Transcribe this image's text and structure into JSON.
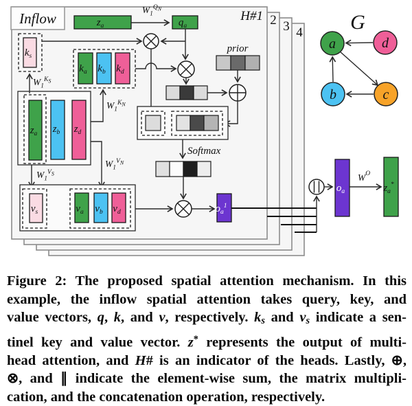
{
  "diagram": {
    "title": "Inflow",
    "head_label": "H#1",
    "head_numbers": [
      "2",
      "3",
      "4"
    ],
    "prior_label": "prior",
    "softmax_label": "Softmax",
    "labels": {
      "za_top": {
        "b": "z",
        "sub": "a",
        "sup": ""
      },
      "qa": {
        "b": "q",
        "sub": "a",
        "sup": ""
      },
      "ks": {
        "b": "k",
        "sub": "s",
        "sup": ""
      },
      "ka": {
        "b": "k",
        "sub": "a",
        "sup": ""
      },
      "kb": {
        "b": "k",
        "sub": "b",
        "sup": ""
      },
      "kd": {
        "b": "k",
        "sub": "d",
        "sup": ""
      },
      "za": {
        "b": "z",
        "sub": "a",
        "sup": ""
      },
      "zb": {
        "b": "z",
        "sub": "b",
        "sup": ""
      },
      "zd": {
        "b": "z",
        "sub": "d",
        "sup": ""
      },
      "vs": {
        "b": "v",
        "sub": "s",
        "sup": ""
      },
      "va": {
        "b": "v",
        "sub": "a",
        "sup": ""
      },
      "vb": {
        "b": "v",
        "sub": "b",
        "sup": ""
      },
      "vd": {
        "b": "v",
        "sub": "d",
        "sup": ""
      },
      "oa1": {
        "b": "o",
        "sub": "a",
        "sup": "1"
      },
      "oa": {
        "b": "o",
        "sub": "a",
        "sup": ""
      },
      "za_star": {
        "b": "z",
        "sub": "a",
        "sup": "*"
      }
    },
    "weights": {
      "WQN": {
        "b": "W",
        "sub": "1",
        "sup": "Q",
        "supsub": "N"
      },
      "WKS": {
        "b": "W",
        "sub": "1",
        "sup": "K",
        "supsub": "S"
      },
      "WKN": {
        "b": "W",
        "sub": "1",
        "sup": "K",
        "supsub": "N"
      },
      "WVS": {
        "b": "W",
        "sub": "1",
        "sup": "V",
        "supsub": "S"
      },
      "WVN": {
        "b": "W",
        "sub": "1",
        "sup": "V",
        "supsub": "N"
      },
      "WO": {
        "b": "W",
        "sub": "",
        "sup": "O",
        "supsub": ""
      }
    },
    "operators": {
      "multiply": "⊗",
      "add": "⊕",
      "concat": "∥"
    },
    "bars": {
      "prior": [
        "#c7c7c7",
        "#6a6a6a",
        "#b0b0b0"
      ],
      "qk_scores": [
        "#dcdcdc",
        "#3a3a3a",
        "#dcdcdc"
      ],
      "sentinel_score": [
        "#dcdcdc"
      ],
      "combined_scores": [
        "#e3e3e3",
        "#4a4a4a",
        "#b4b4b4"
      ],
      "softmax_weights": [
        "#e0e0e0",
        "#fcfcfc",
        "#1e1e1e",
        "#ededed"
      ]
    },
    "colors": {
      "green": "#3fa24a",
      "blue": "#4cc2f2",
      "pink": "#ef5f98",
      "light_pink": "#fadbe3",
      "orange": "#f7a329",
      "purple": "#6c35d0",
      "panel": "#f6f6f6",
      "panel_border": "#8c8c8c"
    }
  },
  "graph": {
    "label": "G",
    "nodes": [
      {
        "id": "a",
        "color": "#3fa24a"
      },
      {
        "id": "b",
        "color": "#4cc2f2"
      },
      {
        "id": "c",
        "color": "#f7a329"
      },
      {
        "id": "d",
        "color": "#ef5f98"
      }
    ],
    "edges": [
      "d→a",
      "b→a",
      "c→b",
      "a→c"
    ]
  },
  "caption": {
    "lines": [
      [
        {
          "t": "Figure 2: The proposed spatial attention mechanism. In this"
        }
      ],
      [
        {
          "t": "example, the inflow spatial attention takes query, key, and"
        }
      ],
      [
        {
          "t": "value vectors, "
        },
        {
          "t": "q",
          "i": true
        },
        {
          "t": ", "
        },
        {
          "t": "k",
          "i": true
        },
        {
          "t": ", and "
        },
        {
          "t": "v",
          "i": true
        },
        {
          "t": ", respectively. "
        },
        {
          "t": "k",
          "i": true
        },
        {
          "t": "s",
          "i": true,
          "sub": true
        },
        {
          "t": " and "
        },
        {
          "t": "v",
          "i": true
        },
        {
          "t": "s",
          "i": true,
          "sub": true
        },
        {
          "t": " indicate a sen-"
        }
      ],
      [
        {
          "t": "tinel key and value vector. "
        },
        {
          "t": "z",
          "i": true
        },
        {
          "t": "*",
          "sup": true
        },
        {
          "t": " represents the output of multi-"
        }
      ],
      [
        {
          "t": "head attention, and "
        },
        {
          "t": "H",
          "i": true
        },
        {
          "t": "# is an indicator of the heads. Lastly, ⊕,"
        }
      ],
      [
        {
          "t": "⊗, and ∥ indicate the element-wise sum, the matrix multipli-"
        }
      ],
      [
        {
          "t": "cation, and the concatenation operation, respectively."
        }
      ]
    ]
  }
}
